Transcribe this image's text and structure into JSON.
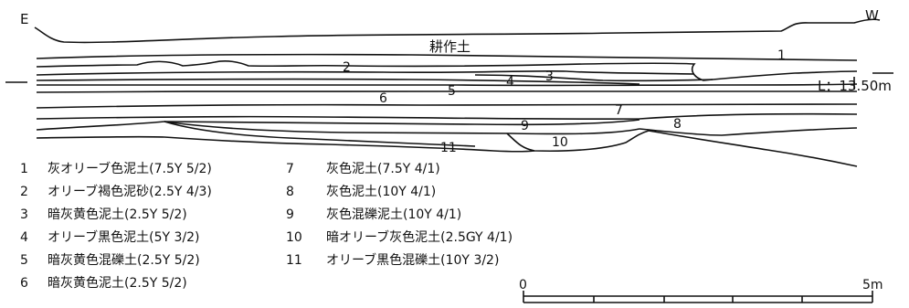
{
  "section": {
    "east_label": "E",
    "west_label": "W",
    "plough_soil_label": "耕作土",
    "level_label": "L：13.50m",
    "layer_numbers": [
      "1",
      "2",
      "3",
      "4",
      "5",
      "6",
      "7",
      "8",
      "9",
      "10",
      "11"
    ]
  },
  "legend_left": [
    {
      "num": "1",
      "text": "灰オリーブ色泥土(7.5Y 5/2)"
    },
    {
      "num": "2",
      "text": "オリーブ褐色泥砂(2.5Y 4/3)"
    },
    {
      "num": "3",
      "text": "暗灰黄色泥土(2.5Y 5/2)"
    },
    {
      "num": "4",
      "text": "オリーブ黒色泥土(5Y 3/2)"
    },
    {
      "num": "5",
      "text": "暗灰黄色混礫土(2.5Y 5/2)"
    },
    {
      "num": "6",
      "text": "暗灰黄色泥土(2.5Y 5/2)"
    }
  ],
  "legend_right": [
    {
      "num": "7",
      "text": "灰色泥土(7.5Y 4/1)"
    },
    {
      "num": "8",
      "text": "灰色泥土(10Y 4/1)"
    },
    {
      "num": "9",
      "text": "灰色混礫泥土(10Y 4/1)"
    },
    {
      "num": "10",
      "text": "暗オリーブ灰色泥土(2.5GY 4/1)"
    },
    {
      "num": "11",
      "text": "オリーブ黒色混礫土(10Y 3/2)"
    }
  ],
  "scale": {
    "start": "0",
    "end": "5m"
  }
}
